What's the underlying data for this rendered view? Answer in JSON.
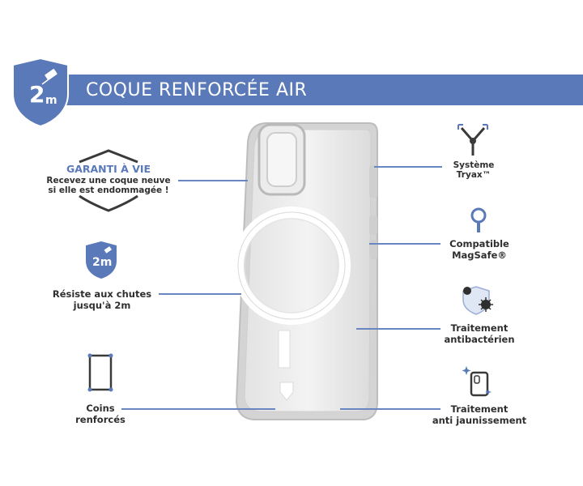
{
  "header": {
    "title": "COQUE RENFORCÉE AIR",
    "badge": "2m"
  },
  "features_left": [
    {
      "title": "GARANTI À VIE",
      "lines": [
        "Recevez une coque neuve",
        "si elle est endommagée !"
      ],
      "icon": "shield-outline-icon"
    },
    {
      "badge": "2m",
      "lines": [
        "Résiste aux chutes",
        "jusqu'à 2m"
      ],
      "icon": "drop-shield-icon"
    },
    {
      "lines": [
        "Coins",
        "renforcés"
      ],
      "icon": "reinforced-corners-icon"
    }
  ],
  "features_right": [
    {
      "lines": [
        "Système",
        "Tryax™"
      ],
      "icon": "tryax-icon"
    },
    {
      "lines": [
        "Compatible",
        "MagSafe®"
      ],
      "icon": "magsafe-icon"
    },
    {
      "lines": [
        "Traitement",
        "antibactérien"
      ],
      "icon": "antibacterial-icon"
    },
    {
      "lines": [
        "Traitement",
        "anti jaunissement"
      ],
      "icon": "anti-yellowing-icon"
    }
  ],
  "colors": {
    "brand_blue": "#5a79b8",
    "text": "#2f2f2f"
  }
}
